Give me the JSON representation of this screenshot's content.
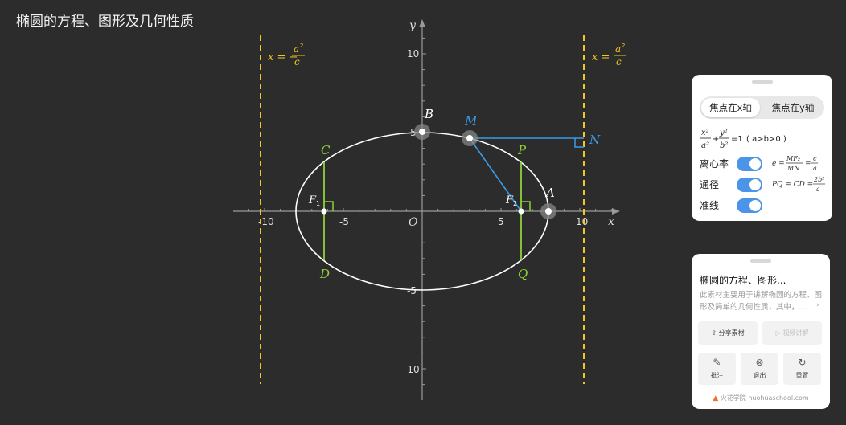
{
  "page_title": "椭圆的方程、图形及几何性质",
  "plot": {
    "x_axis_label": "x",
    "y_axis_label": "y",
    "origin_label": "O",
    "x_ticks": [
      "-10",
      "-5",
      "5",
      "10"
    ],
    "y_ticks": [
      "10",
      "5",
      "-5",
      "-10"
    ],
    "point_labels": {
      "A": "A",
      "B": "B",
      "M": "M",
      "N": "N",
      "C": "C",
      "D": "D",
      "P": "P",
      "Q": "Q",
      "F1": "F",
      "F2": "F"
    },
    "focus_subscripts": [
      "1",
      "2"
    ],
    "directrix_left": {
      "lhs": "x = −",
      "num": "a",
      "sup": "2",
      "den": "c"
    },
    "directrix_right": {
      "lhs": "x = ",
      "num": "a",
      "sup": "2",
      "den": "c"
    },
    "colors": {
      "background": "#2c2c2c",
      "axis": "#9a9a9a",
      "ellipse": "#ffffff",
      "directrix": "#f3c622",
      "chord": "#8fd23a",
      "mn_line": "#3a9be6",
      "point": "#ffffff"
    }
  },
  "settings": {
    "tabs": [
      "焦点在x轴",
      "焦点在y轴"
    ],
    "active_tab": 0,
    "equation": {
      "x_term": "x²/a²",
      "y_term": "y²/b²",
      "rhs": "=1",
      "condition": "( a>b>0 )"
    },
    "rows": [
      {
        "label": "离心率",
        "enabled": true,
        "formula": "e = MF₂/MN = c/a"
      },
      {
        "label": "通径",
        "enabled": true,
        "formula": "PQ = CD = 2b²/a"
      },
      {
        "label": "准线",
        "enabled": true,
        "formula": ""
      }
    ]
  },
  "info_card": {
    "title": "椭圆的方程、图形...",
    "description": "此素材主要用于讲解椭圆的方程、图形及简单的几何性质，其中，...",
    "share_label": "分享素材",
    "video_label": "视频讲解",
    "annotate_label": "批注",
    "exit_label": "退出",
    "reset_label": "重置",
    "footer": "火花学院 huohuaschool.com"
  }
}
